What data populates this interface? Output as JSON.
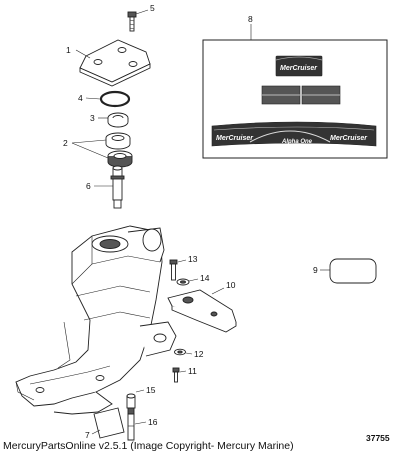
{
  "callouts": {
    "c1": "1",
    "c2": "2",
    "c3": "3",
    "c4": "4",
    "c5": "5",
    "c6": "6",
    "c7": "7",
    "c8": "8",
    "c9": "9",
    "c10": "10",
    "c11": "11",
    "c12": "12",
    "c13": "13",
    "c14": "14",
    "c15": "15",
    "c16": "16"
  },
  "decals": {
    "brand": "MerCruiser",
    "model": "Alpha One"
  },
  "figure_number": "37755",
  "caption": "MercuryPartsOnline v2.5.1 (Image Copyright- Mercury Marine)"
}
